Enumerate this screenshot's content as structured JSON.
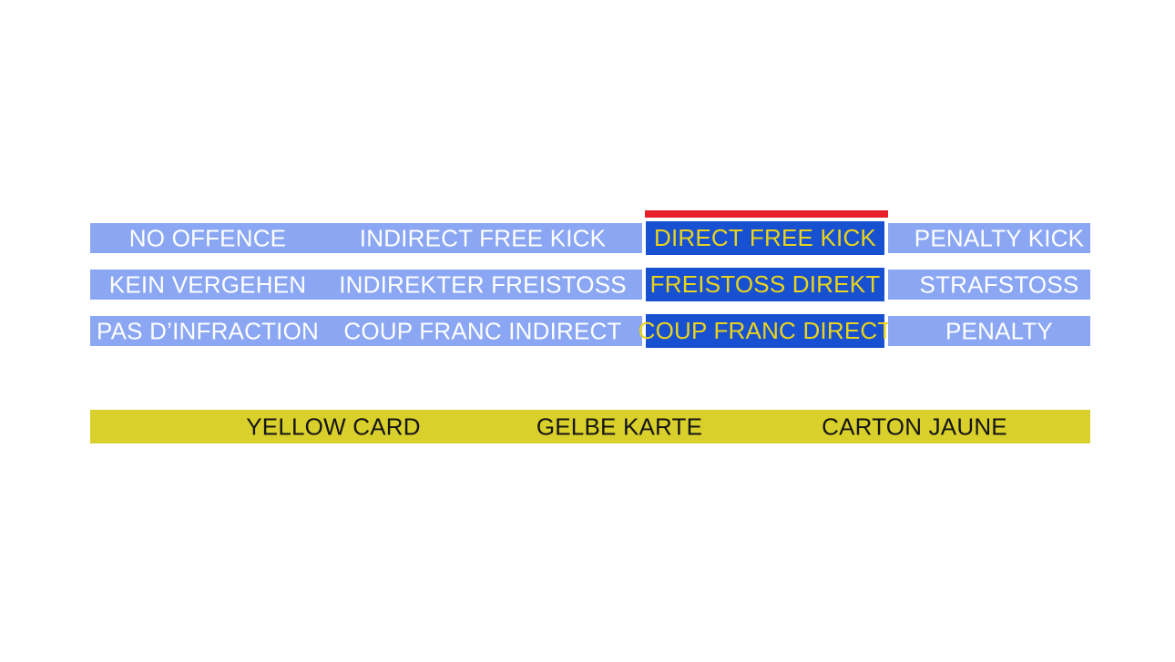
{
  "board": {
    "description": "Referee decision quiz board",
    "selected_answer": "DIRECT FREE KICK",
    "selected_sanction": "YELLOW CARD"
  },
  "colors": {
    "light_blue": "#8ba7f3",
    "dark_blue_selected": "#1850d2",
    "red_indicator": "#e6202a",
    "yellow_bar": "#dad02b",
    "white_text": "#ffffff",
    "yellow_text": "#e9d41b",
    "black_text": "#141414"
  },
  "rows": [
    {
      "language": "english",
      "options": [
        {
          "label": "NO OFFENCE",
          "selected": false
        },
        {
          "label": "INDIRECT FREE KICK",
          "selected": false
        },
        {
          "label": "DIRECT FREE KICK",
          "selected": true
        },
        {
          "label": "PENALTY KICK",
          "selected": false
        }
      ]
    },
    {
      "language": "german",
      "options": [
        {
          "label": "KEIN VERGEHEN",
          "selected": false
        },
        {
          "label": "INDIREKTER FREISTOSS",
          "selected": false
        },
        {
          "label": "FREISTOSS DIREKT",
          "selected": true
        },
        {
          "label": "STRAFSTOSS",
          "selected": false
        }
      ]
    },
    {
      "language": "french",
      "options": [
        {
          "label": "PAS D’INFRACTION",
          "selected": false
        },
        {
          "label": "COUP FRANC INDIRECT",
          "selected": false
        },
        {
          "label": "COUP FRANC DIRECT",
          "selected": true
        },
        {
          "label": "PENALTY",
          "selected": false
        }
      ]
    }
  ],
  "sanction_bar": {
    "labels": [
      "YELLOW CARD",
      "GELBE KARTE",
      "CARTON JAUNE"
    ]
  }
}
